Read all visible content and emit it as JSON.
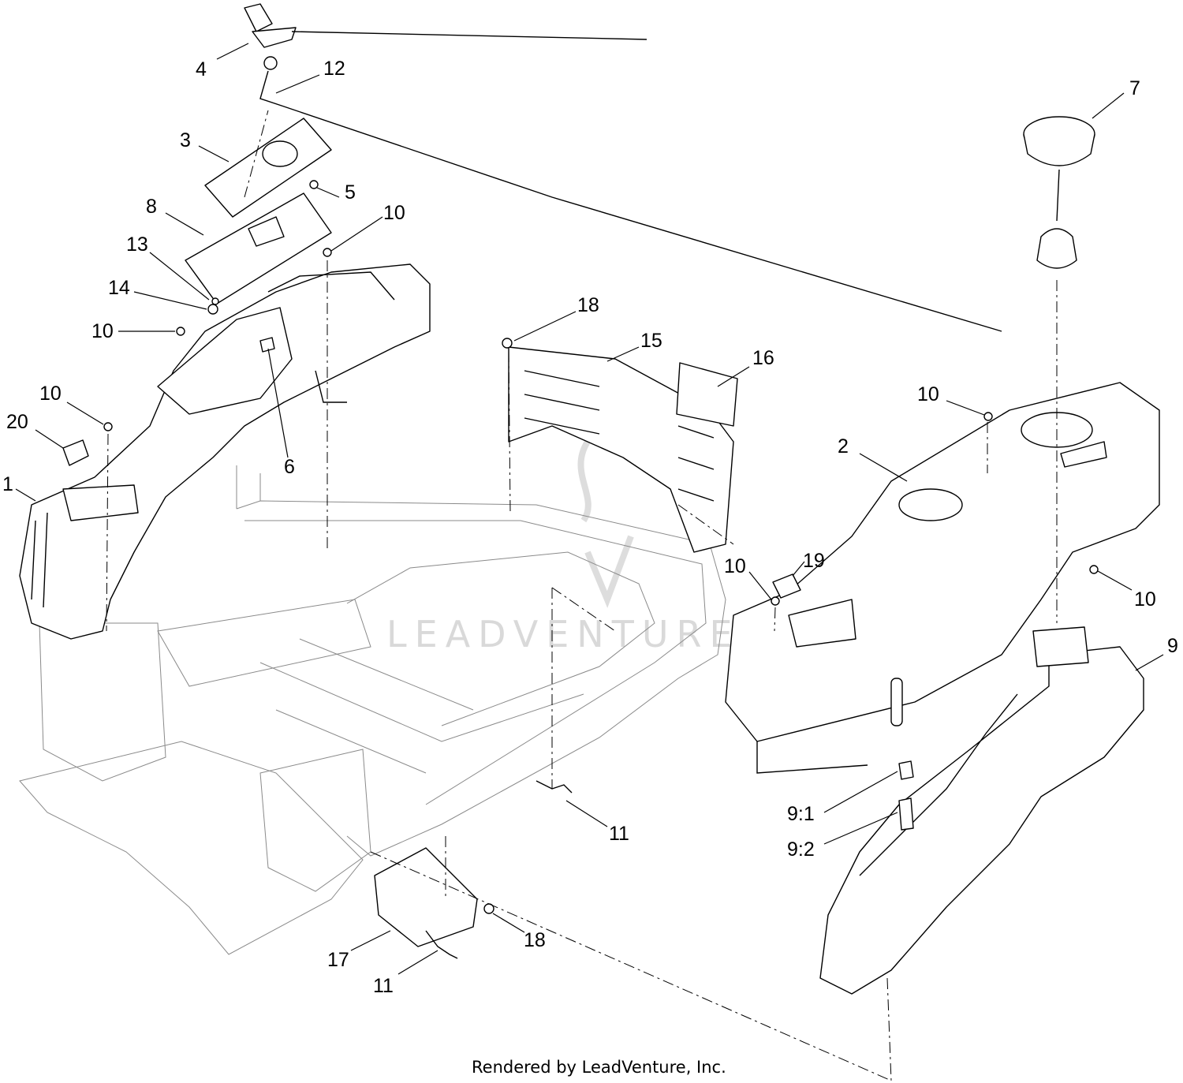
{
  "callouts": {
    "c1": "1",
    "c2": "2",
    "c3": "3",
    "c4": "4",
    "c5": "5",
    "c6": "6",
    "c7": "7",
    "c8": "8",
    "c9": "9",
    "c9_1": "9:1",
    "c9_2": "9:2",
    "c10a": "10",
    "c10b": "10",
    "c10c": "10",
    "c10d": "10",
    "c10e": "10",
    "c10f": "10",
    "c11a": "11",
    "c11b": "11",
    "c12": "12",
    "c13": "13",
    "c14": "14",
    "c15": "15",
    "c16": "16",
    "c17": "17",
    "c18a": "18",
    "c18b": "18",
    "c19": "19",
    "c20": "20"
  },
  "watermark": {
    "text": "LEADVENTURE"
  },
  "footer": {
    "credit": "Rendered by LeadVenture, Inc."
  },
  "colors": {
    "line": "#000000",
    "frame": "#8a8a8a",
    "watermark": "#d9d9d9",
    "background": "#ffffff"
  }
}
